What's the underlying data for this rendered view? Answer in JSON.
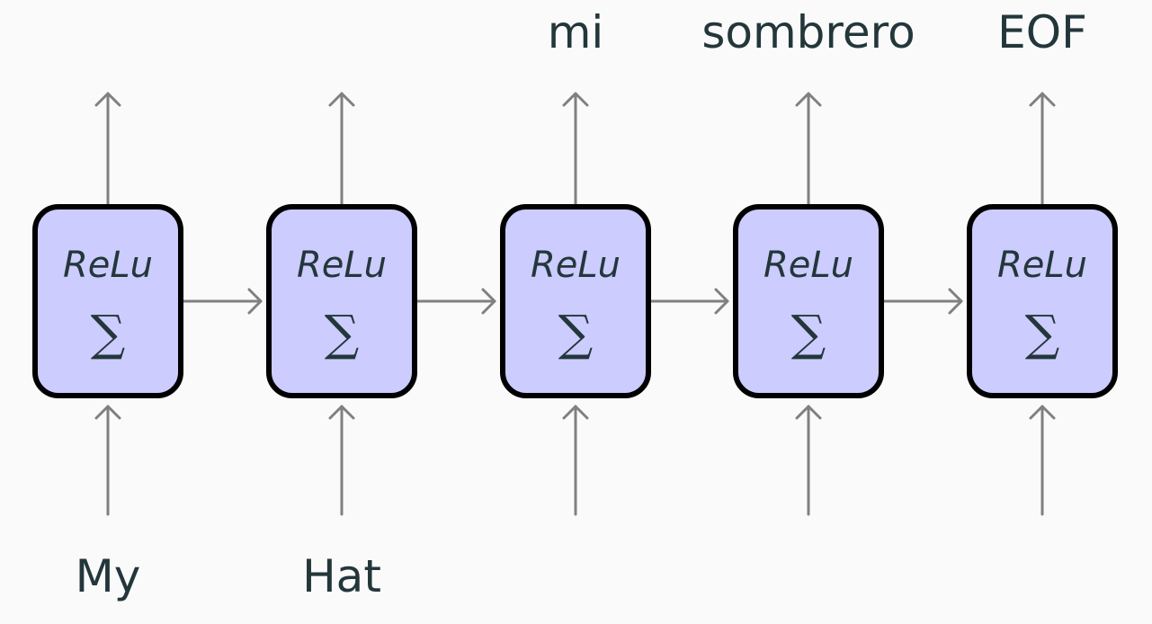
{
  "nodes": [
    {
      "activation": "ReLu",
      "operator": "∑",
      "input": "My",
      "output": ""
    },
    {
      "activation": "ReLu",
      "operator": "∑",
      "input": "Hat",
      "output": ""
    },
    {
      "activation": "ReLu",
      "operator": "∑",
      "input": "",
      "output": "mi"
    },
    {
      "activation": "ReLu",
      "operator": "∑",
      "input": "",
      "output": "sombrero"
    },
    {
      "activation": "ReLu",
      "operator": "∑",
      "input": "",
      "output": "EOF"
    }
  ],
  "colors": {
    "node_fill": "#ccccff",
    "node_border": "#000000",
    "arrow": "#808080",
    "text": "#23373b",
    "background": "#fafafa"
  }
}
